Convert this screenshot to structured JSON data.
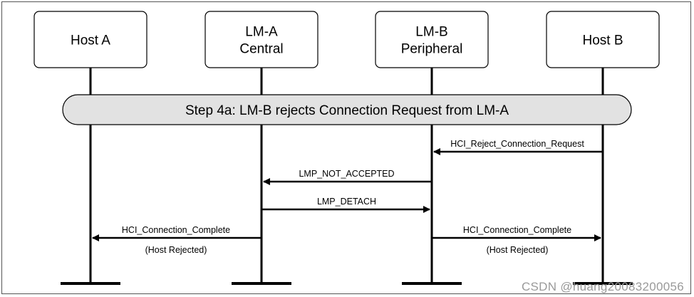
{
  "entities": [
    {
      "id": "host_a",
      "lines": [
        "Host A"
      ]
    },
    {
      "id": "lm_a",
      "lines": [
        "LM-A",
        "Central"
      ]
    },
    {
      "id": "lm_b",
      "lines": [
        "LM-B",
        "Peripheral"
      ]
    },
    {
      "id": "host_b",
      "lines": [
        "Host B"
      ]
    }
  ],
  "step_banner": "Step 4a: LM-B rejects Connection Request from LM-A",
  "messages": [
    {
      "label": "HCI_Reject_Connection_Request",
      "sublabel": "",
      "from": "host_b",
      "to": "lm_b"
    },
    {
      "label": "LMP_NOT_ACCEPTED",
      "sublabel": "",
      "from": "lm_b",
      "to": "lm_a"
    },
    {
      "label": "LMP_DETACH",
      "sublabel": "",
      "from": "lm_a",
      "to": "lm_b"
    },
    {
      "label": "HCI_Connection_Complete",
      "sublabel": "(Host Rejected)",
      "from": "lm_a",
      "to": "host_a"
    },
    {
      "label": "HCI_Connection_Complete",
      "sublabel": "(Host Rejected)",
      "from": "lm_b",
      "to": "host_b"
    }
  ],
  "watermark": "CSDN @huang20083200056",
  "colors": {
    "banner_fill": "#e2e2e2",
    "line": "#000000",
    "watermark": "#9a9a9a"
  }
}
